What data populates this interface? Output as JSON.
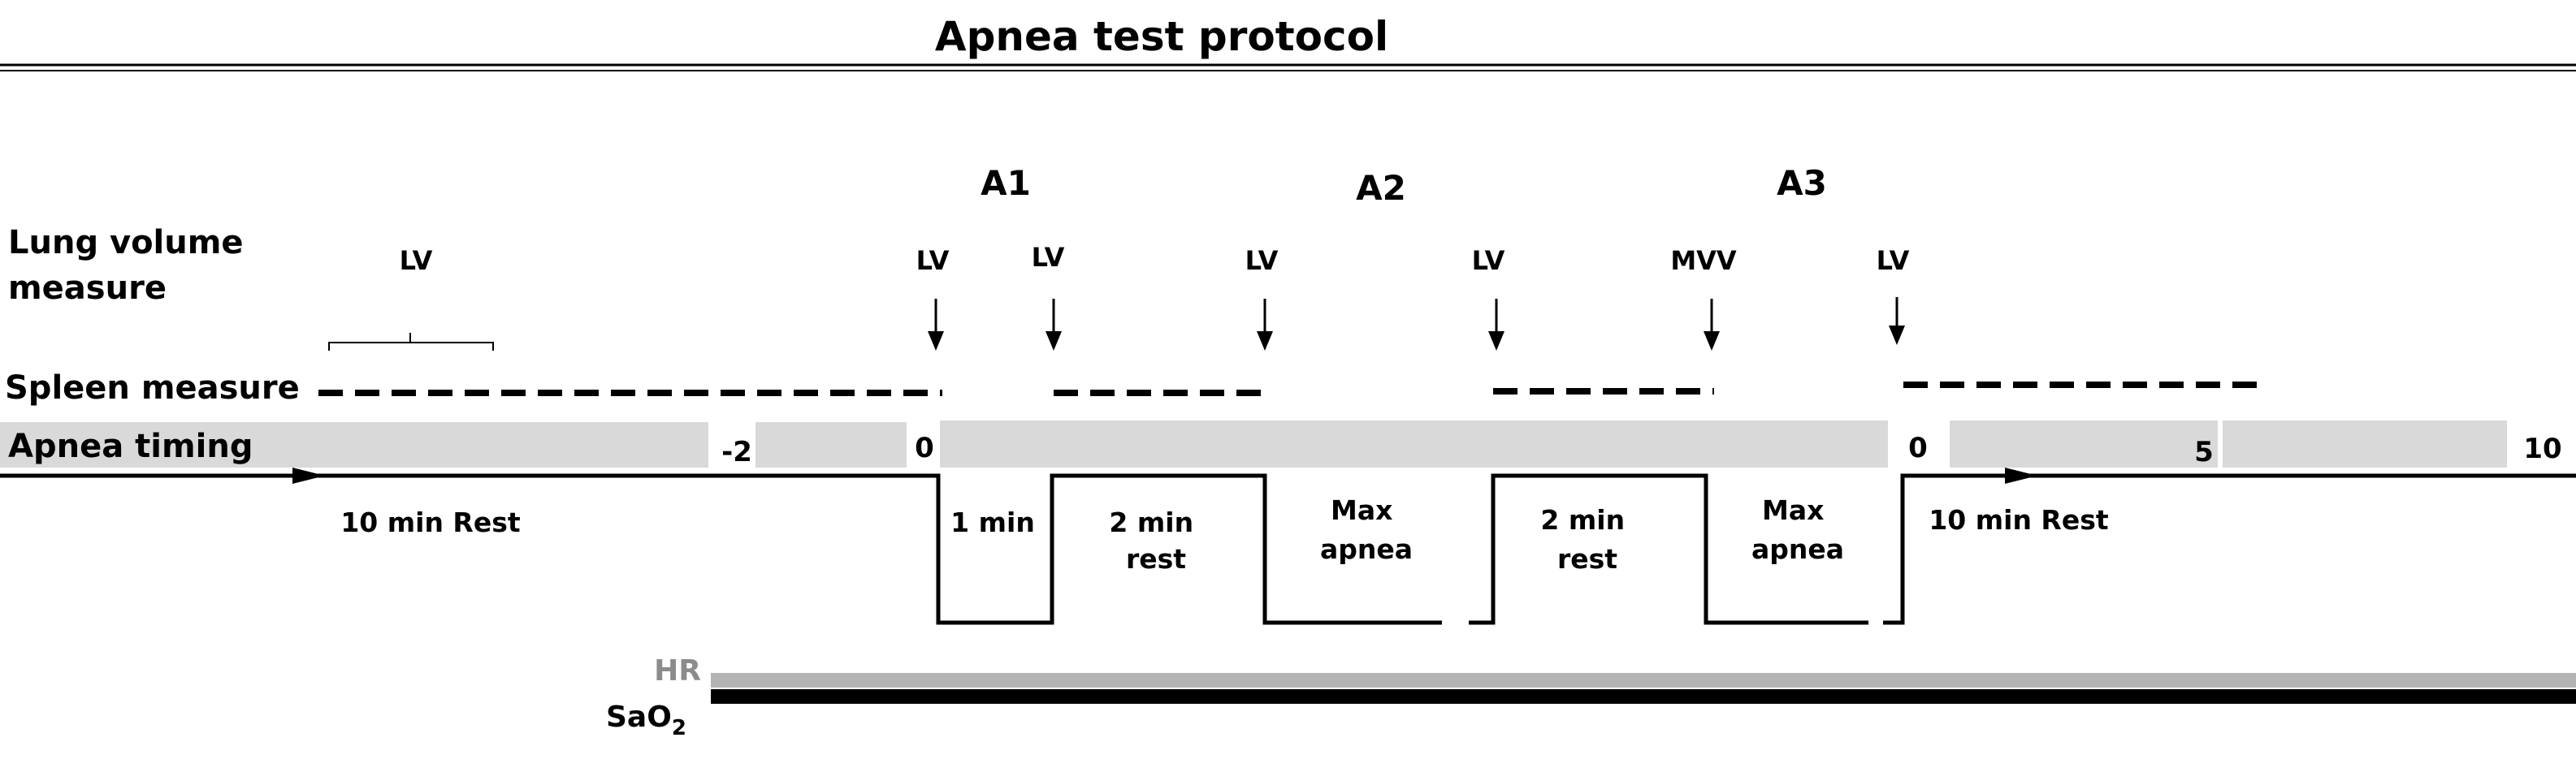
{
  "title": "Apnea test protocol",
  "rows": {
    "lung_volume": [
      "Lung volume",
      "measure"
    ],
    "spleen": "Spleen measure",
    "apnea_timing": "Apnea timing"
  },
  "phases": {
    "a1": "A1",
    "a2": "A2",
    "a3": "A3"
  },
  "measures": {
    "lv_rest": "LV",
    "lv_1": "LV",
    "lv_2": "LV",
    "lv_3": "LV",
    "lv_4": "LV",
    "mvv": "MVV",
    "lv_5": "LV"
  },
  "ticks": {
    "minus2": "-2",
    "zero_a": "0",
    "zero_b": "0",
    "five": "5",
    "ten": "10"
  },
  "segments": {
    "rest_10_a": "10 min Rest",
    "one_min": "1 min",
    "two_min_rest_a": [
      "2 min",
      "rest"
    ],
    "max_apnea_a": [
      "Max",
      "apnea"
    ],
    "two_min_rest_b": [
      "2 min",
      "rest"
    ],
    "max_apnea_b": [
      "Max",
      "apnea"
    ],
    "rest_10_b": "10 min Rest"
  },
  "signals": {
    "hr": "HR",
    "sao2_main": "SaO",
    "sao2_sub": "2"
  },
  "colors": {
    "hr_line": "#b4b4b4",
    "sao2_line": "#000000",
    "timing_bar": "#d9d9d9"
  }
}
